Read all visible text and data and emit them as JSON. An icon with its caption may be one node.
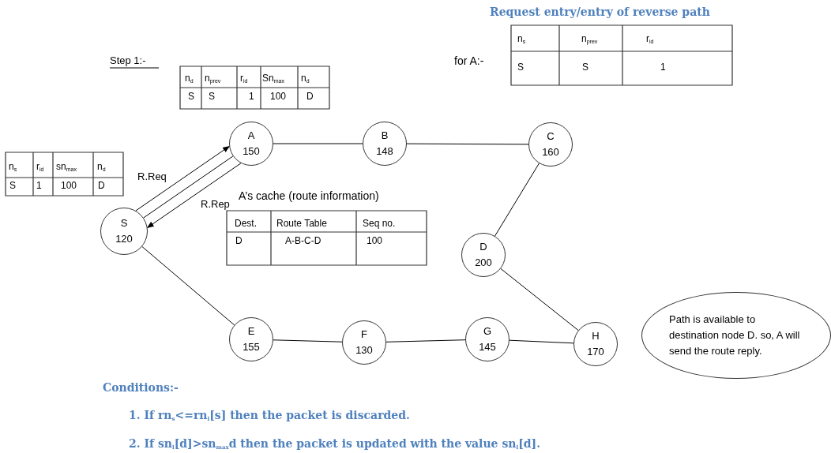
{
  "diagram": {
    "nodes": [
      {
        "text": [
          "A",
          "150"
        ]
      },
      {
        "text": [
          "B",
          "148"
        ]
      },
      {
        "text": [
          "C",
          "160"
        ]
      },
      {
        "text": [
          "S",
          "120"
        ]
      },
      {
        "text": [
          "D",
          "200"
        ]
      },
      {
        "text": [
          "E",
          "155"
        ]
      },
      {
        "text": [
          "F",
          "130"
        ]
      },
      {
        "text": [
          "G",
          "145"
        ]
      },
      {
        "text": [
          "H",
          "170"
        ]
      },
      {
        "text": [
          "Path is available to destination node D. so, A will send the route reply."
        ]
      }
    ],
    "edges": [
      {
        "from": 3,
        "to": 0,
        "arrow": "to",
        "label": "R.Req"
      },
      {
        "from": 3,
        "to": 0,
        "arrow": "none"
      },
      {
        "from": 0,
        "to": 3,
        "arrow": "to",
        "label": "R.Rep"
      },
      {
        "from": 0,
        "to": 1,
        "arrow": "none"
      },
      {
        "from": 1,
        "to": 2,
        "arrow": "none"
      },
      {
        "from": 2,
        "to": 4,
        "arrow": "none"
      },
      {
        "from": 4,
        "to": 8,
        "arrow": "none"
      },
      {
        "from": 3,
        "to": 5,
        "arrow": "none"
      },
      {
        "from": 5,
        "to": 6,
        "arrow": "none"
      },
      {
        "from": 6,
        "to": 7,
        "arrow": "none"
      },
      {
        "from": 7,
        "to": 8,
        "arrow": "none"
      }
    ],
    "labels": [
      "Request entry/entry of reverse path",
      "n$_{s}$",
      "n$_{prev}$",
      "r$_{id}$",
      "Step 1:-",
      "for A:-",
      "S",
      "S",
      "1",
      "n$_{d}$",
      "n$_{prev}$",
      "r$_{id}$",
      "Sn$_{max}$",
      "n$_{d}$",
      "S",
      "S",
      "1",
      "100",
      "D",
      "n$_{s}$",
      "r$_{id}$",
      "sn$_{max}$",
      "n$_{d}$",
      "S",
      "1",
      "100",
      "D",
      "A’s cache (route information)",
      "Dest.",
      "Route Table",
      "Seq no.",
      "D",
      "A-B-C-D",
      "100",
      "Conditions:-",
      "1. If rn$_{s}$<=rn$_{l}$[s] then the packet is discarded.",
      "2. If sn$_{l}$[d]>sn$_{max}$d then the packet is updated with the value sn$_{l}$[d]."
    ]
  }
}
